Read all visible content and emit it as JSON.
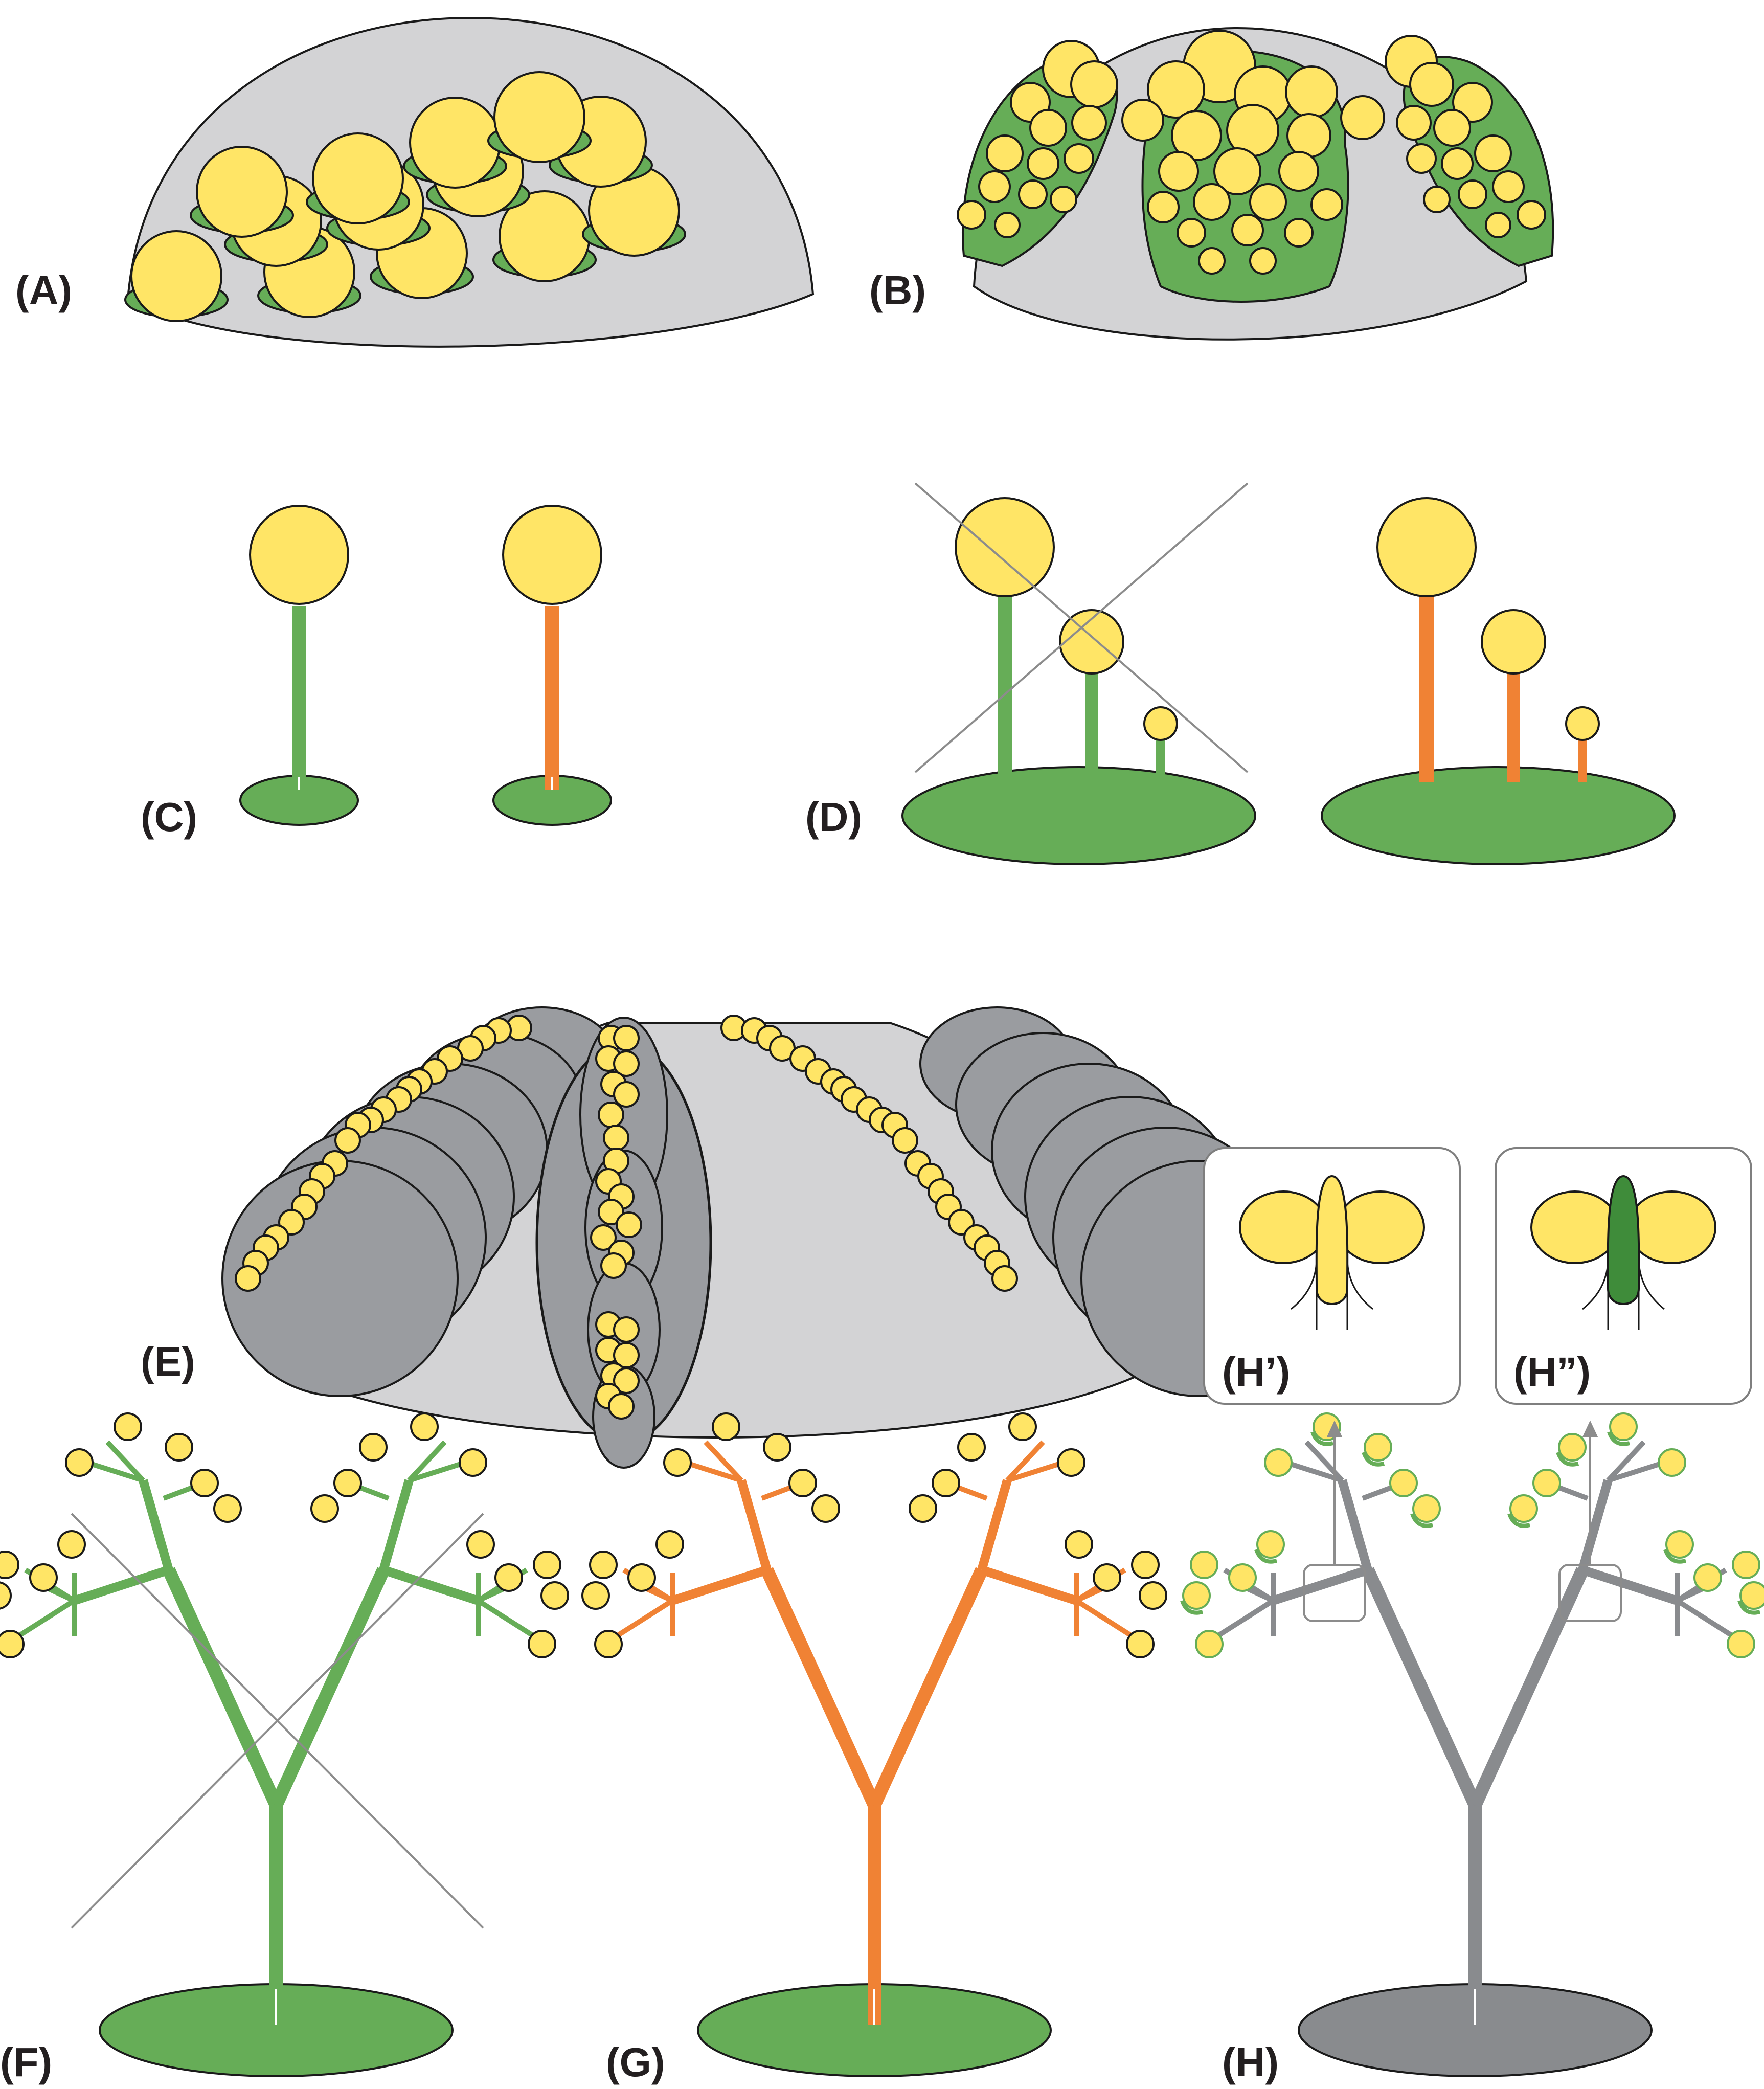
{
  "figure": {
    "panels": [
      {
        "id": "A",
        "label": "(A)"
      },
      {
        "id": "B",
        "label": "(B)"
      },
      {
        "id": "C",
        "label": "(C)"
      },
      {
        "id": "D",
        "label": "(D)"
      },
      {
        "id": "E",
        "label": "(E)"
      },
      {
        "id": "F",
        "label": "(F)"
      },
      {
        "id": "G",
        "label": "(G)"
      },
      {
        "id": "H",
        "label": "(H)"
      },
      {
        "id": "H1",
        "label": "(H’)"
      },
      {
        "id": "H2",
        "label": "(H”)"
      }
    ]
  },
  "colors": {
    "yellow": "#ffe566",
    "green": "#66ad57",
    "dark_green": "#3f8c3a",
    "orange": "#f08234",
    "gray": "#898b8e",
    "dark_gray": "#9a9ca0",
    "light_gray": "#d3d3d5",
    "outline": "#1a1a1a",
    "cross_line": "#8c8c8c"
  },
  "marks": {
    "crossed_out_panels": [
      "D-left",
      "F"
    ]
  }
}
